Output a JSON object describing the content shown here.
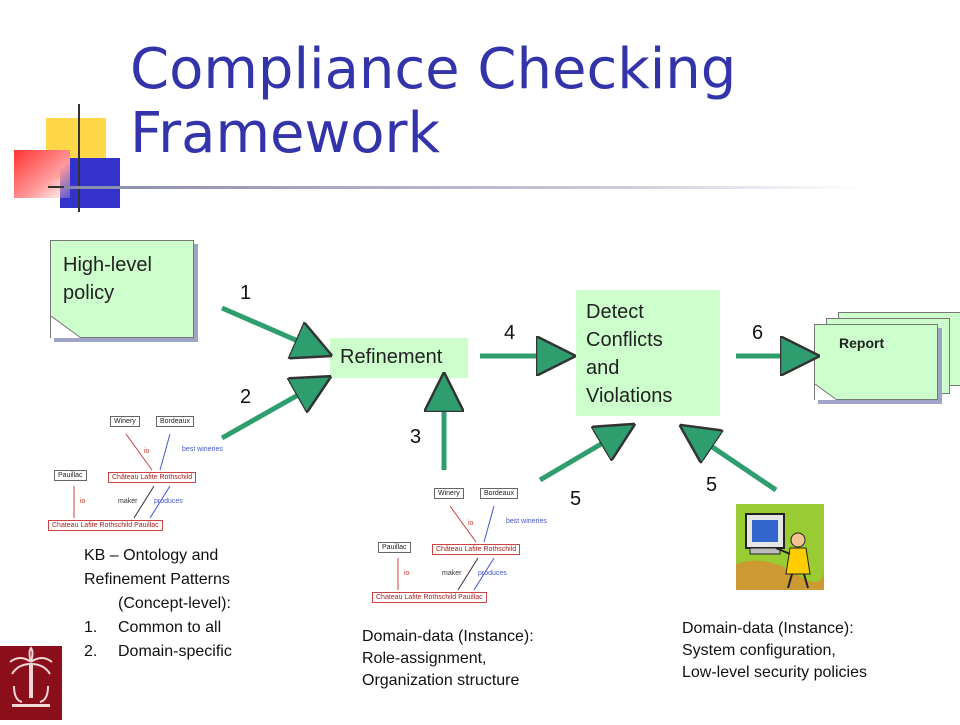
{
  "slide": {
    "title_line1": "Compliance Checking",
    "title_line2": "Framework"
  },
  "diagram": {
    "high_level_policy": "High-level\npolicy",
    "refinement": "Refinement",
    "detect": "Detect\nConflicts\nand\nViolations",
    "report": "Report",
    "steps": {
      "s1": "1",
      "s2": "2",
      "s3": "3",
      "s4": "4",
      "s5a": "5",
      "s5b": "5",
      "s6": "6"
    },
    "ontology": {
      "winery": "Winery",
      "bordeaux": "Bordeaux",
      "chateau": "Château Lafite Rothschild",
      "pauillac": "Pauillac",
      "chateau_pauillac": "Chateau Lafite Rothschild Pauillac",
      "io": "io",
      "best_wineries": "best wineries",
      "maker": "maker",
      "produces": "produces"
    }
  },
  "captions": {
    "kb_line1": "KB – Ontology and",
    "kb_line2": "Refinement Patterns",
    "kb_line3": "(Concept-level):",
    "kb_item1_num": "1.",
    "kb_item1": "Common to all",
    "kb_item2_num": "2.",
    "kb_item2": "Domain-specific",
    "domain_role_1": "Domain-data (Instance):",
    "domain_role_2": "Role-assignment,",
    "domain_role_3": "Organization structure",
    "domain_sys_1": "Domain-data (Instance):",
    "domain_sys_2": "System configuration,",
    "domain_sys_3": "Low-level security policies"
  },
  "colors": {
    "title": "#3333aa",
    "box_fill": "#ccffcc",
    "arrow": "#33aa77",
    "logo": "#8b0f1a"
  }
}
